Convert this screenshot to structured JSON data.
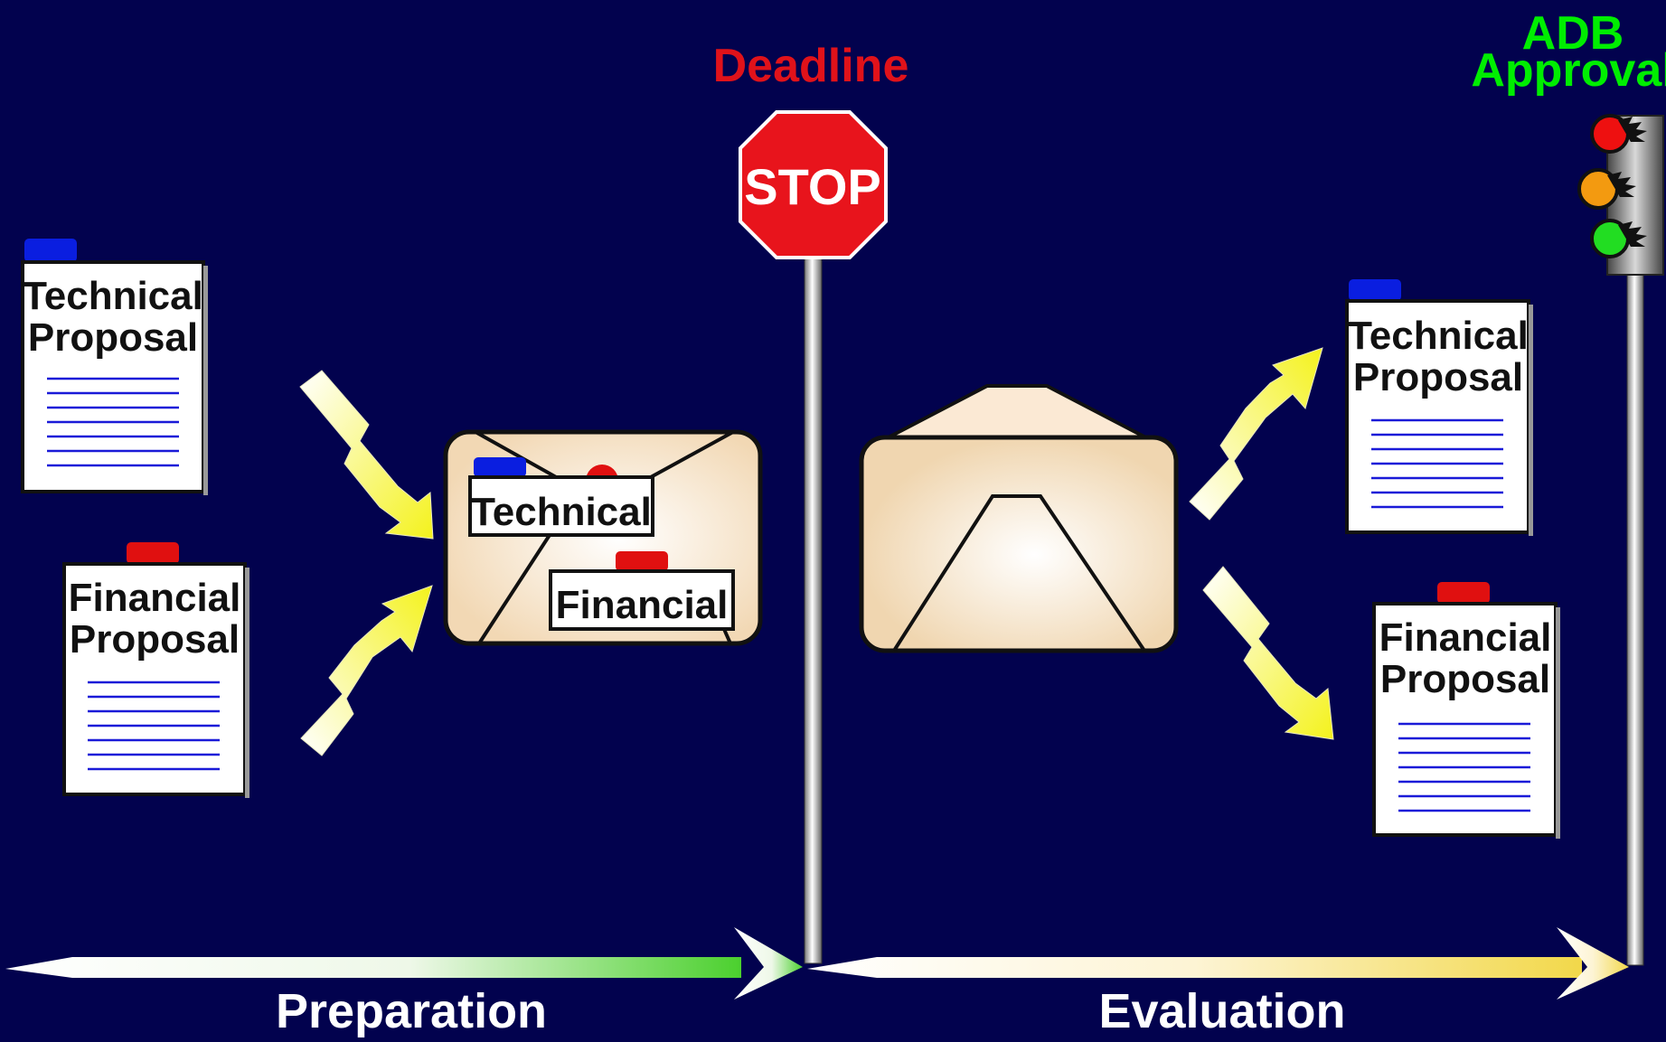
{
  "deadline": {
    "label": "Deadline",
    "sign_text": "STOP"
  },
  "approval": {
    "line1": "ADB",
    "line2": "Approval"
  },
  "documents": {
    "technical_left": {
      "line1": "Technical",
      "line2": "Proposal"
    },
    "financial_left": {
      "line1": "Financial",
      "line2": "Proposal"
    },
    "technical_right": {
      "line1": "Technical",
      "line2": "Proposal"
    },
    "financial_right": {
      "line1": "Financial",
      "line2": "Proposal"
    }
  },
  "envelope": {
    "technical_label": "Technical",
    "financial_label": "Financial"
  },
  "phases": {
    "preparation": "Preparation",
    "evaluation": "Evaluation"
  },
  "colors": {
    "background": "#02024e",
    "deadline": "#e0121a",
    "approval": "#00ee00",
    "stop_sign": "#e8141c",
    "tab_blue": "#0a1ee0",
    "tab_red": "#e01010",
    "preparation_arrow_end": "#4bd02e",
    "evaluation_arrow_end": "#f2d84a"
  }
}
